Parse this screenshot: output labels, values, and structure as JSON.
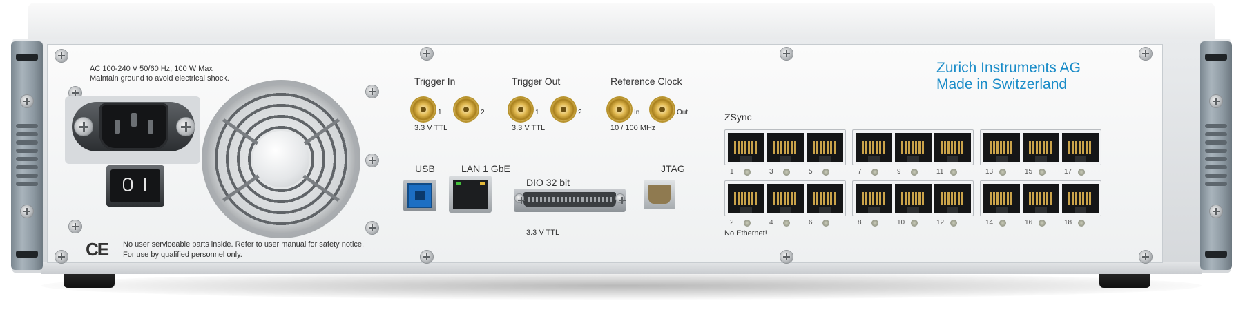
{
  "power": {
    "rating": "AC 100-240 V 50/60 Hz, 100 W Max",
    "warning": "Maintain ground to avoid electrical shock."
  },
  "connectors": {
    "trigger_in": {
      "title": "Trigger In",
      "port1": "1",
      "port2": "2",
      "spec": "3.3 V TTL"
    },
    "trigger_out": {
      "title": "Trigger Out",
      "port1": "1",
      "port2": "2",
      "spec": "3.3 V TTL"
    },
    "reference_clock": {
      "title": "Reference Clock",
      "in_label": "In",
      "out_label": "Out",
      "spec": "10 / 100 MHz"
    },
    "usb": {
      "title": "USB"
    },
    "lan": {
      "title": "LAN 1 GbE"
    },
    "dio": {
      "title": "DIO 32 bit",
      "spec": "3.3 V TTL"
    },
    "jtag": {
      "title": "JTAG"
    }
  },
  "brand": {
    "line1": "Zurich Instruments AG",
    "line2": "Made in Switzerland",
    "color": "#1a8cc8"
  },
  "zsync": {
    "title": "ZSync",
    "top_ports": [
      "1",
      "3",
      "5",
      "7",
      "9",
      "11",
      "13",
      "15",
      "17"
    ],
    "bottom_ports": [
      "2",
      "4",
      "6",
      "8",
      "10",
      "12",
      "14",
      "16",
      "18"
    ],
    "note": "No Ethernet!"
  },
  "safety": {
    "ce_mark": "CE",
    "line1": "No user serviceable parts inside. Refer to user manual for safety notice.",
    "line2": "For use by qualified personnel only."
  }
}
